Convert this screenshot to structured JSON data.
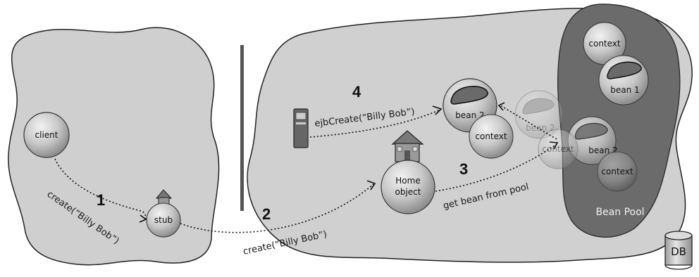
{
  "labels": {
    "client": "client",
    "stub": "stub",
    "home_object_line1": "Home",
    "home_object_line2": "object",
    "bean2_main": "bean 2",
    "context_main": "context",
    "bean2_ghost": "bean 2",
    "context_ghost": "context",
    "pool_context_top": "context",
    "pool_bean1": "bean 1",
    "pool_bean2": "bean 2",
    "pool_context_bottom": "context",
    "bean_pool": "Bean Pool",
    "db": "DB"
  },
  "steps": {
    "step1_number": "1",
    "step1_text": "create(“Billy Bob”)",
    "step2_number": "2",
    "step2_text": "create(“Billy Bob”)",
    "step3_number": "3",
    "step3_text": "get bean from pool",
    "step4_number": "4",
    "step4_text": "ejbCreate(“Billy Bob”)"
  },
  "colors": {
    "blob": "#cfcfcf",
    "pool": "#6b6b6b",
    "sphere": "#c9c9c9",
    "divider": "#555555"
  }
}
